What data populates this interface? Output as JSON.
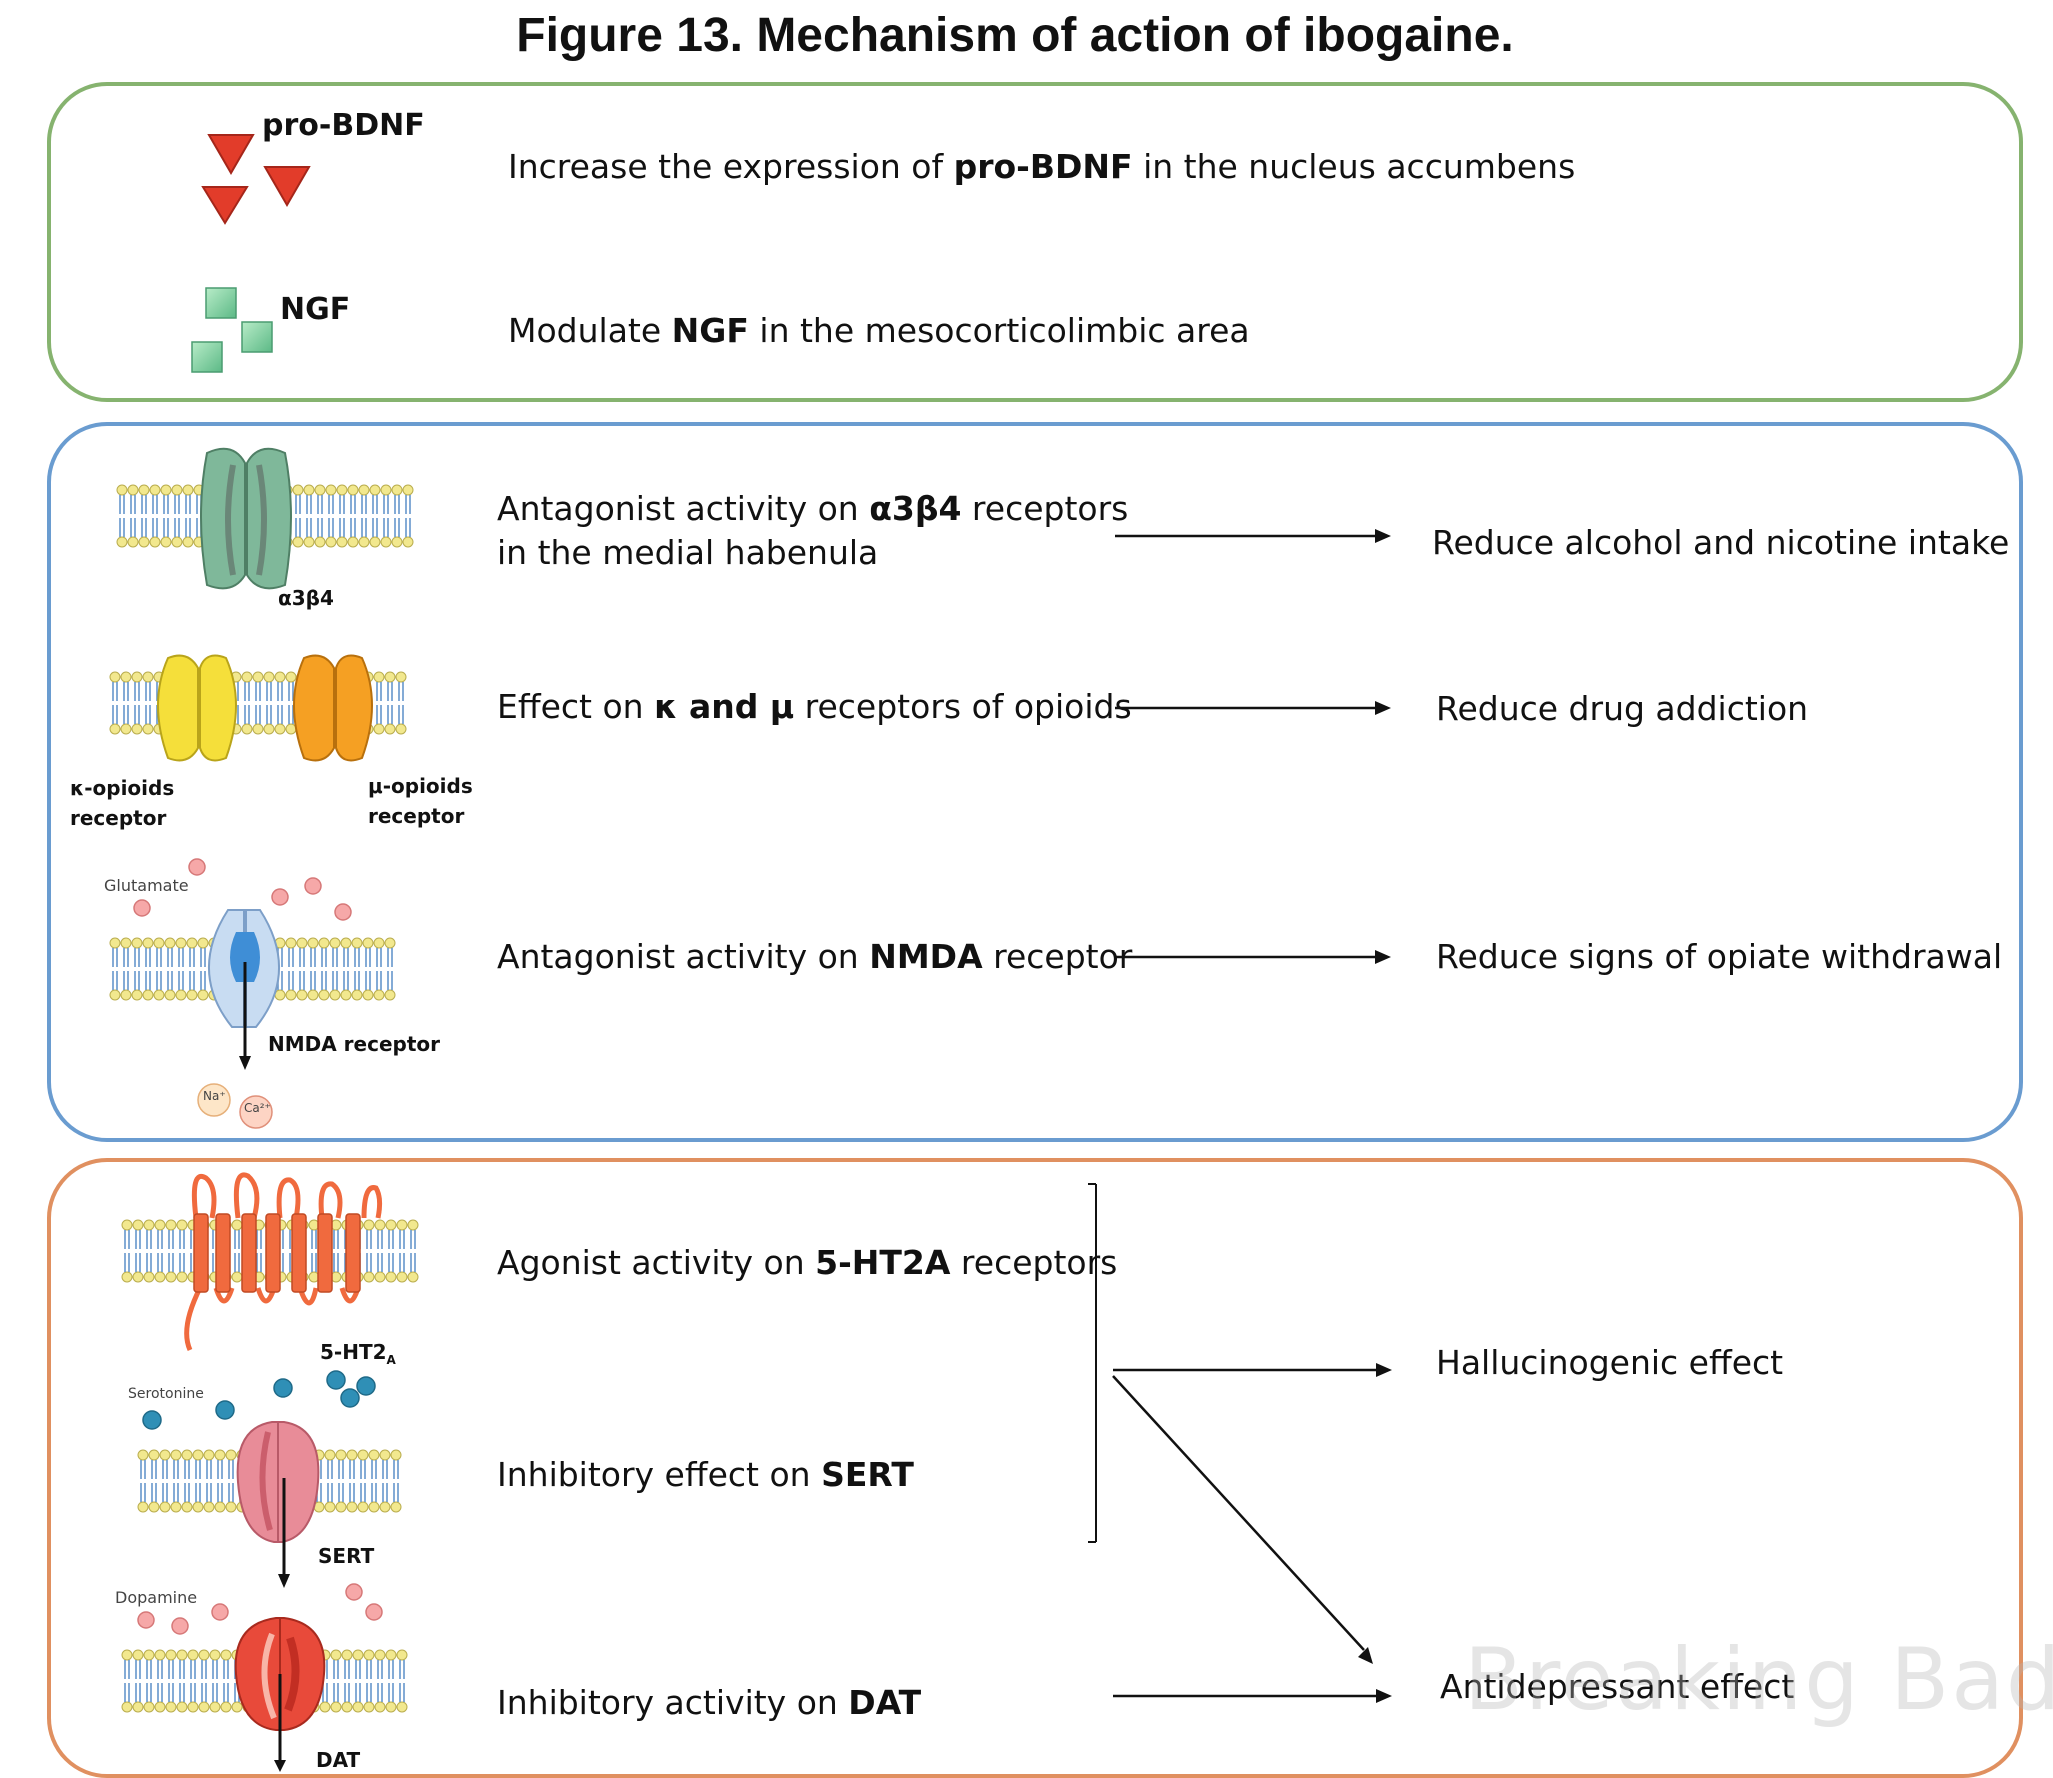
{
  "title": "Figure 13. Mechanism of action of ibogaine.",
  "colors": {
    "panel_green": "#86b36f",
    "panel_blue": "#6a9cd0",
    "panel_orange": "#e09060",
    "bdnf_red": "#e23c2a",
    "ngf_green": "#7fcc9e",
    "a3b4_green": "#7fb89a",
    "kappa_yellow": "#f5df3a",
    "mu_orange": "#f5a023",
    "nmda_blue": "#a8c8ec",
    "ht2a_red": "#f06a3e",
    "sert_pink": "#e88c98",
    "dat_red": "#e84a3a",
    "lipid_head": "#f2e88e",
    "lipid_tail": "#5a8fc9"
  },
  "panel1": {
    "bdnf_label": "pro-BDNF",
    "bdnf_text_pre": "Increase the expression of ",
    "bdnf_text_bold": "pro-BDNF",
    "bdnf_text_post": " in the nucleus accumbens",
    "ngf_label": "NGF",
    "ngf_text_pre": "Modulate ",
    "ngf_text_bold": "NGF",
    "ngf_text_post": " in the mesocorticolimbic area"
  },
  "panel2": {
    "a3b4_label": "α3β4",
    "a3b4_line1_pre": "Antagonist activity on ",
    "a3b4_line1_bold": "α3β4",
    "a3b4_line1_post": " receptors",
    "a3b4_line2": "in the medial habenula",
    "a3b4_outcome": "Reduce alcohol and nicotine intake",
    "kappa_label_1": "κ-opioids",
    "kappa_label_2": "receptor",
    "mu_label_1": "μ-opioids",
    "mu_label_2": "receptor",
    "opioid_text_pre": "Effect on ",
    "opioid_text_bold": "κ and μ",
    "opioid_text_post": " receptors of opioids",
    "opioid_outcome": "Reduce drug addiction",
    "glutamate_label": "Glutamate",
    "nmda_label": "NMDA receptor",
    "na_label": "Na⁺",
    "ca_label": "Ca²⁺",
    "nmda_text_pre": "Antagonist activity on ",
    "nmda_text_bold": "NMDA",
    "nmda_text_post": " receptor",
    "nmda_outcome": "Reduce signs of opiate withdrawal"
  },
  "panel3": {
    "ht2a_label": "5-HT2",
    "ht2a_sub": "A",
    "ht2a_text_pre": "Agonist  activity on ",
    "ht2a_text_bold": "5-HT2A",
    "ht2a_text_post": " receptors",
    "serotonine_label": "Serotonine",
    "sert_label": "SERT",
    "sert_text_pre": "Inhibitory effect on ",
    "sert_text_bold": "SERT",
    "hallucinogenic": "Hallucinogenic effect",
    "dopamine_label": "Dopamine",
    "dat_label": "DAT",
    "dat_text_pre": "Inhibitory activity on ",
    "dat_text_bold": "DAT",
    "antidepressant": "Antidepressant effect"
  },
  "watermark": "Breaking Bad"
}
